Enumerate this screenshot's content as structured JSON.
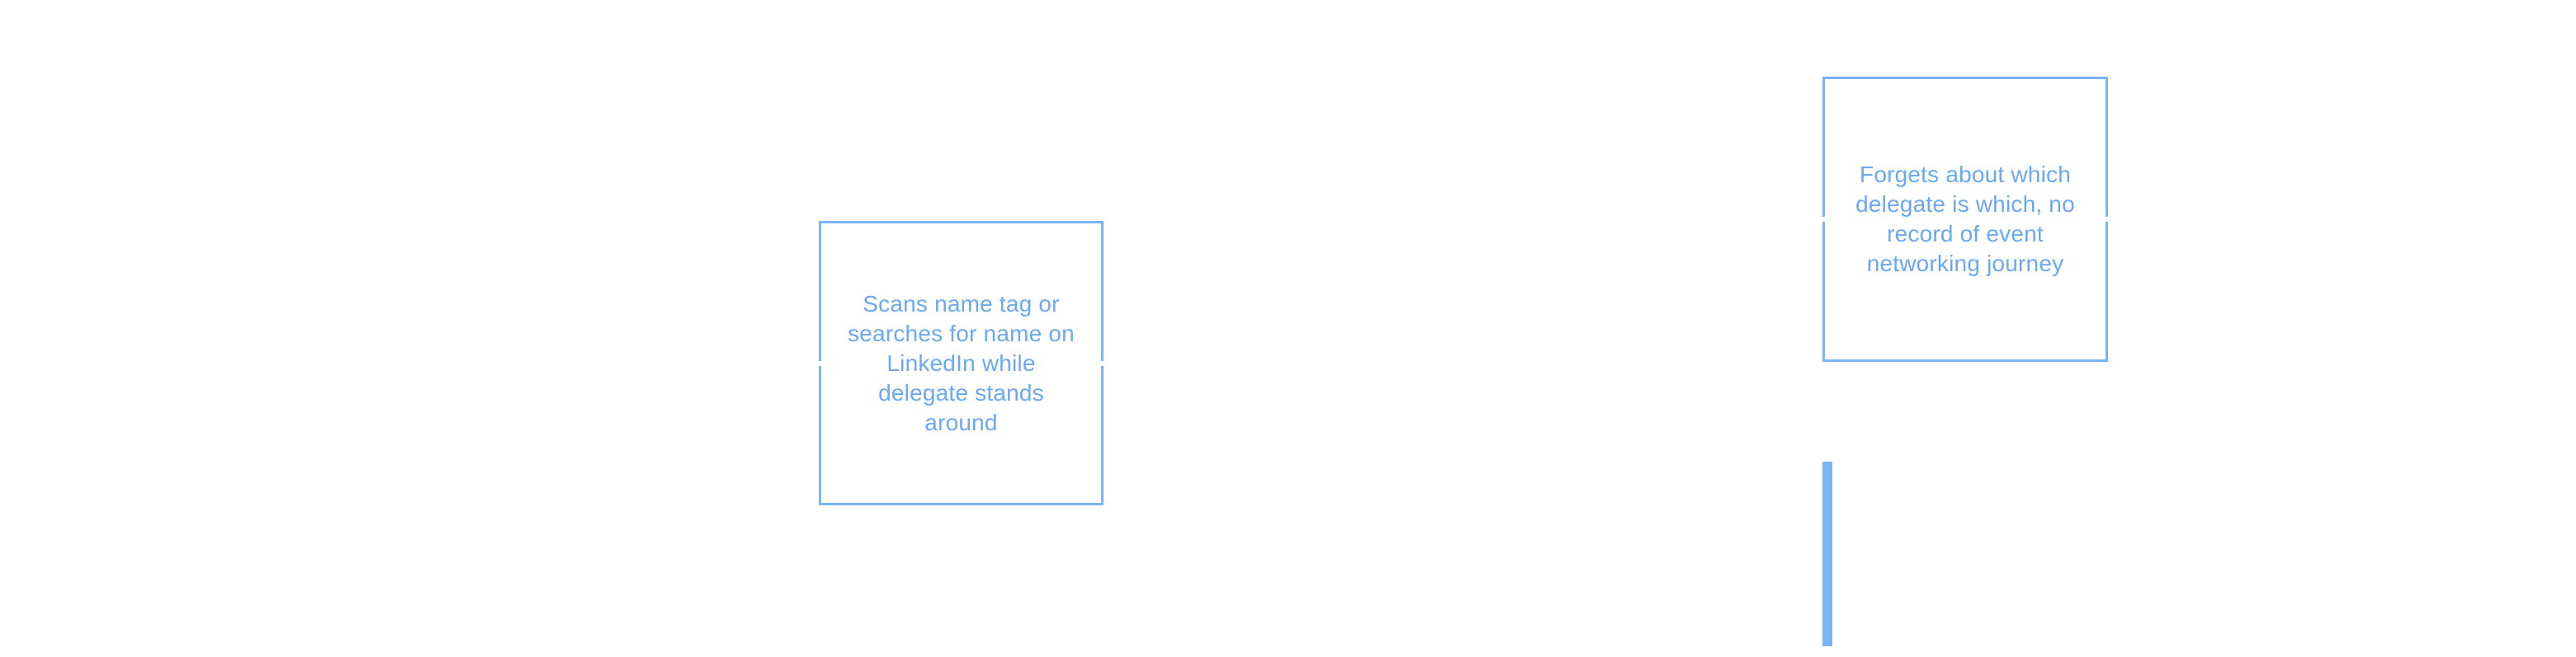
{
  "notes": [
    {
      "id": "scans",
      "text": "Scans name tag or searches for name on LinkedIn while delegate stands around"
    },
    {
      "id": "forgets",
      "text": "Forgets about which delegate is which, no record of event networking journey"
    }
  ],
  "colors": {
    "border": "#7ab4f5",
    "text": "#6aa9f1",
    "background": "#ffffff"
  }
}
